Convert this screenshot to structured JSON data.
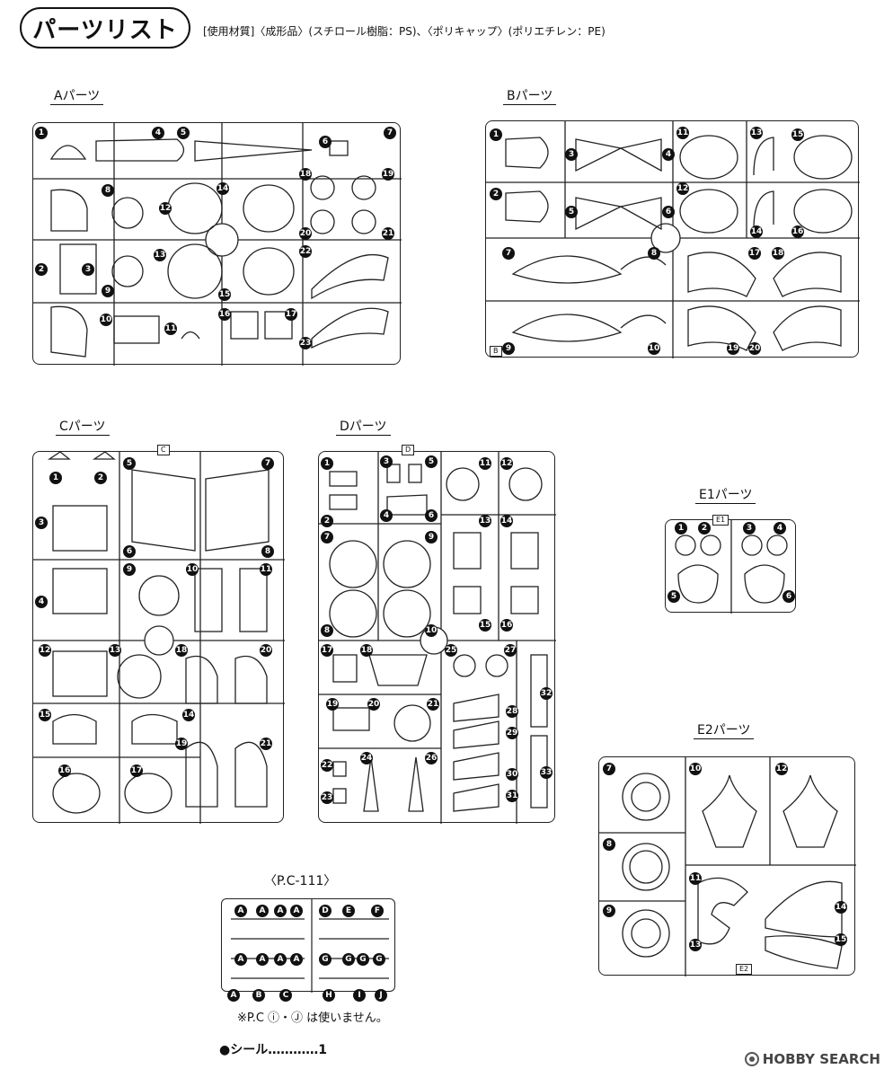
{
  "header": {
    "title": "パーツリスト",
    "materials": "[使用材質]〈成形品〉(スチロール樹脂：PS)、〈ポリキャップ〉(ポリエチレン：PE)"
  },
  "sections": {
    "a": {
      "label": "Aパーツ",
      "tag": "",
      "numbers": [
        "1",
        "4",
        "5",
        "6",
        "7",
        "8",
        "12",
        "14",
        "18",
        "19",
        "2",
        "3",
        "20",
        "21",
        "13",
        "22",
        "9",
        "15",
        "10",
        "11",
        "16",
        "17",
        "23"
      ]
    },
    "b": {
      "label": "Bパーツ",
      "tag": "B",
      "numbers": [
        "1",
        "3",
        "4",
        "11",
        "13",
        "15",
        "2",
        "5",
        "6",
        "12",
        "14",
        "16",
        "7",
        "8",
        "17",
        "18",
        "9",
        "10",
        "19",
        "20"
      ]
    },
    "c": {
      "label": "Cパーツ",
      "tag": "C",
      "numbers": [
        "1",
        "2",
        "3",
        "5",
        "7",
        "6",
        "8",
        "4",
        "9",
        "10",
        "11",
        "12",
        "13",
        "18",
        "20",
        "15",
        "14",
        "19",
        "21",
        "16",
        "17"
      ]
    },
    "d": {
      "label": "Dパーツ",
      "tag": "D",
      "numbers": [
        "1",
        "3",
        "5",
        "11",
        "12",
        "2",
        "4",
        "6",
        "7",
        "9",
        "13",
        "14",
        "8",
        "10",
        "15",
        "16",
        "17",
        "18",
        "25",
        "27",
        "32",
        "19",
        "20",
        "21",
        "28",
        "29",
        "22",
        "24",
        "26",
        "30",
        "23",
        "31",
        "33"
      ]
    },
    "e1": {
      "label": "E1パーツ",
      "tag": "E1",
      "numbers": [
        "1",
        "2",
        "3",
        "4",
        "5",
        "6"
      ]
    },
    "e2": {
      "label": "E2パーツ",
      "tag": "E2",
      "numbers": [
        "7",
        "10",
        "12",
        "8",
        "11",
        "14",
        "9",
        "15",
        "13"
      ]
    },
    "pc": {
      "label": "〈P.C-111〉",
      "letters": [
        "A",
        "A",
        "A",
        "A",
        "D",
        "E",
        "F",
        "A",
        "A",
        "A",
        "A",
        "G",
        "G",
        "G",
        "G",
        "A",
        "B",
        "C",
        "H",
        "I",
        "J"
      ],
      "note": "※P.C ⓘ・Ⓙ は使いません。"
    }
  },
  "sticker": "●シール…………1",
  "watermark": "HOBBY SEARCH"
}
